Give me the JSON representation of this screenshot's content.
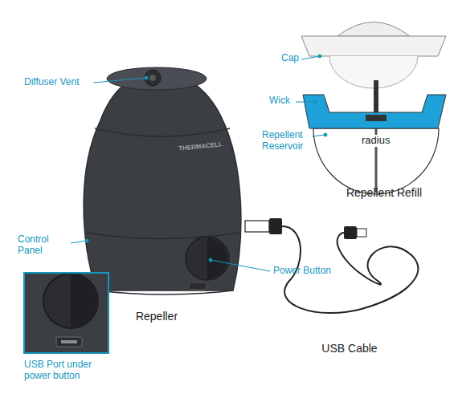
{
  "diagram": {
    "labels": [
      "Diffuser Vent",
      "Cap",
      "Wick",
      "Repellent Reservoir",
      "radius",
      "THERMACELL",
      "Repellent Refill",
      "Control Panel",
      "Power Button",
      "Repeller",
      "USB Cable",
      "USB Port under power button"
    ]
  }
}
